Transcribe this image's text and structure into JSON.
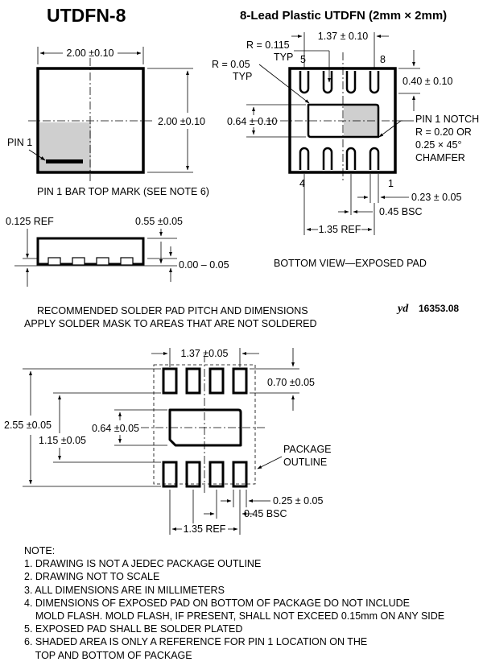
{
  "title": "UTDFN-8",
  "subtitle": "8-Lead Plastic UTDFN  (2mm × 2mm)",
  "top_view": {
    "width": "2.00 ±0.10",
    "height": "2.00 ±0.10",
    "pin1": "PIN 1",
    "caption": "PIN 1 BAR TOP MARK  (SEE NOTE 6)"
  },
  "side_view": {
    "ref": "0.125 REF",
    "height": "0.55 ±0.05",
    "standoff": "0.00 – 0.05"
  },
  "bottom_view": {
    "pitch_span": "1.37 ± 0.10",
    "r_corner_1": "R = 0.115",
    "r_corner_1b": "TYP",
    "r_corner_2": "R = 0.05",
    "r_corner_2b": "TYP",
    "pin5": "5",
    "pin8": "8",
    "pin4": "4",
    "pin1": "1",
    "lead_len": "0.40 ± 0.10",
    "pad_height": "0.64 ± 0.10",
    "notch1": "PIN 1 NOTCH",
    "notch2": "R = 0.20 OR",
    "notch3": "0.25 × 45°",
    "notch4": "CHAMFER",
    "lead_width": "0.23 ± 0.05",
    "bsc": "0.45 BSC",
    "ref": "1.35 REF",
    "caption": "BOTTOM VIEW—EXPOSED PAD"
  },
  "solder": {
    "heading1": "RECOMMENDED SOLDER PAD PITCH AND DIMENSIONS",
    "heading2": "APPLY SOLDER MASK TO AREAS THAT ARE NOT SOLDERED",
    "drawing_id_prefix": "yd",
    "drawing_id": "16353.08",
    "pitch_span": "1.37 ±0.05",
    "pad_len": "0.70 ±0.05",
    "overall": "2.55 ±0.05",
    "pad_height": "0.64 ±0.05",
    "inner": "1.15 ±0.05",
    "outline1": "PACKAGE",
    "outline2": "OUTLINE",
    "pad_width": "0.25 ± 0.05",
    "bsc": "0.45 BSC",
    "ref": "1.35 REF"
  },
  "notes": {
    "heading": "NOTE:",
    "items": [
      "1. DRAWING IS NOT A JEDEC PACKAGE OUTLINE",
      "2. DRAWING NOT TO SCALE",
      "3. ALL DIMENSIONS ARE IN MILLIMETERS",
      "4. DIMENSIONS OF EXPOSED PAD ON BOTTOM OF PACKAGE DO NOT INCLUDE",
      "    MOLD FLASH. MOLD FLASH, IF PRESENT, SHALL NOT EXCEED 0.15mm ON ANY SIDE",
      "5. EXPOSED PAD SHALL BE SOLDER PLATED",
      "6. SHADED AREA IS ONLY A REFERENCE FOR PIN 1 LOCATION ON THE",
      "    TOP AND BOTTOM OF PACKAGE"
    ]
  }
}
